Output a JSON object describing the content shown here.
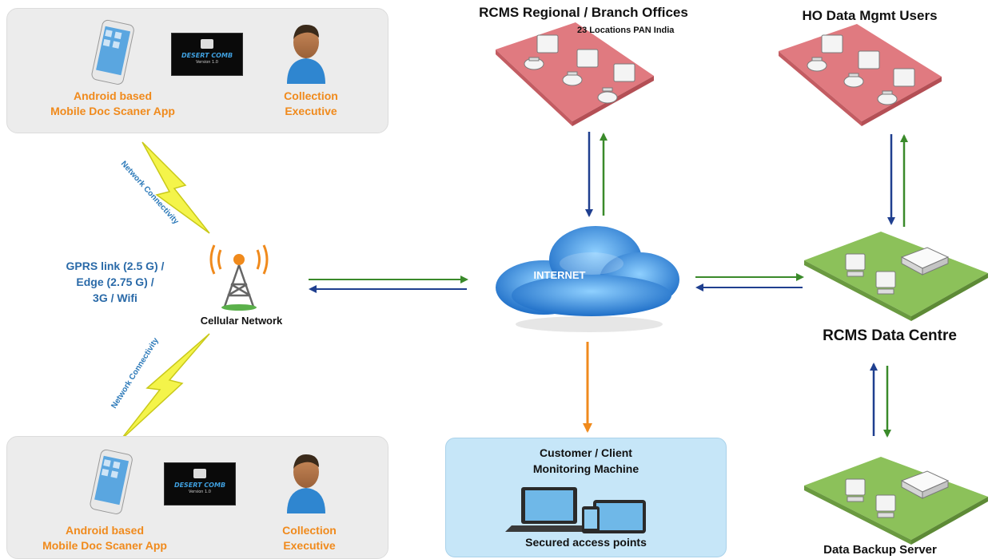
{
  "top_panel": {
    "app_line1": "Android based",
    "app_line2": "Mobile Doc Scaner App",
    "logo_name": "DESERT COMB",
    "logo_version": "Version 1.0",
    "exec_line1": "Collection",
    "exec_line2": "Executive"
  },
  "bottom_panel": {
    "app_line1": "Android based",
    "app_line2": "Mobile Doc Scaner App",
    "logo_name": "DESERT COMB",
    "logo_version": "Version 1.0",
    "exec_line1": "Collection",
    "exec_line2": "Executive"
  },
  "network_connectivity_top": "Network Connectivity",
  "network_connectivity_bottom": "Network Connectivity",
  "gprs": {
    "line1": "GPRS link (2.5 G) /",
    "line2": "Edge (2.75 G) /",
    "line3": "3G / Wifi"
  },
  "cellular_network": "Cellular Network",
  "regional": {
    "title": "RCMS Regional / Branch Offices",
    "subtitle": "23 Locations PAN India"
  },
  "ho_users": "HO Data Mgmt Users",
  "internet": "INTERNET",
  "data_centre": "RCMS Data Centre",
  "backup_server": "Data Backup Server",
  "client": {
    "line1": "Customer / Client",
    "line2": "Monitoring Machine",
    "footer": "Secured access points"
  },
  "colors": {
    "blue_arrow": "#1f3f8f",
    "green_arrow": "#3a8a2a",
    "orange_arrow": "#f08a1c",
    "office_platform": "#e07a80",
    "datacentre_platform": "#8cc15a",
    "client_box": "#c6e6f8",
    "panel_bg": "#ececec"
  }
}
